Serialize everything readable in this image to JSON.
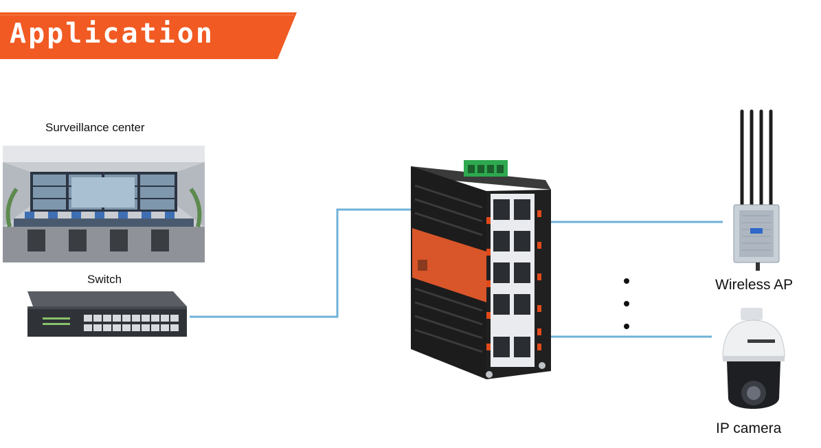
{
  "banner": {
    "title": "Application",
    "color": "#f15a22"
  },
  "labels": {
    "surveillance": "Surveillance center",
    "switch": "Switch",
    "wireless_ap": "Wireless AP",
    "ip_camera": "IP camera"
  },
  "colors": {
    "link": "#6fb1d8",
    "device_orange": "#d9562a",
    "device_body": "#1c1c1c",
    "terminal_green": "#2fa84f"
  },
  "icons": [
    "surveillance-center-image",
    "switch-image",
    "industrial-switch-image",
    "wireless-ap-image",
    "ip-camera-image",
    "ellipsis-dots"
  ]
}
